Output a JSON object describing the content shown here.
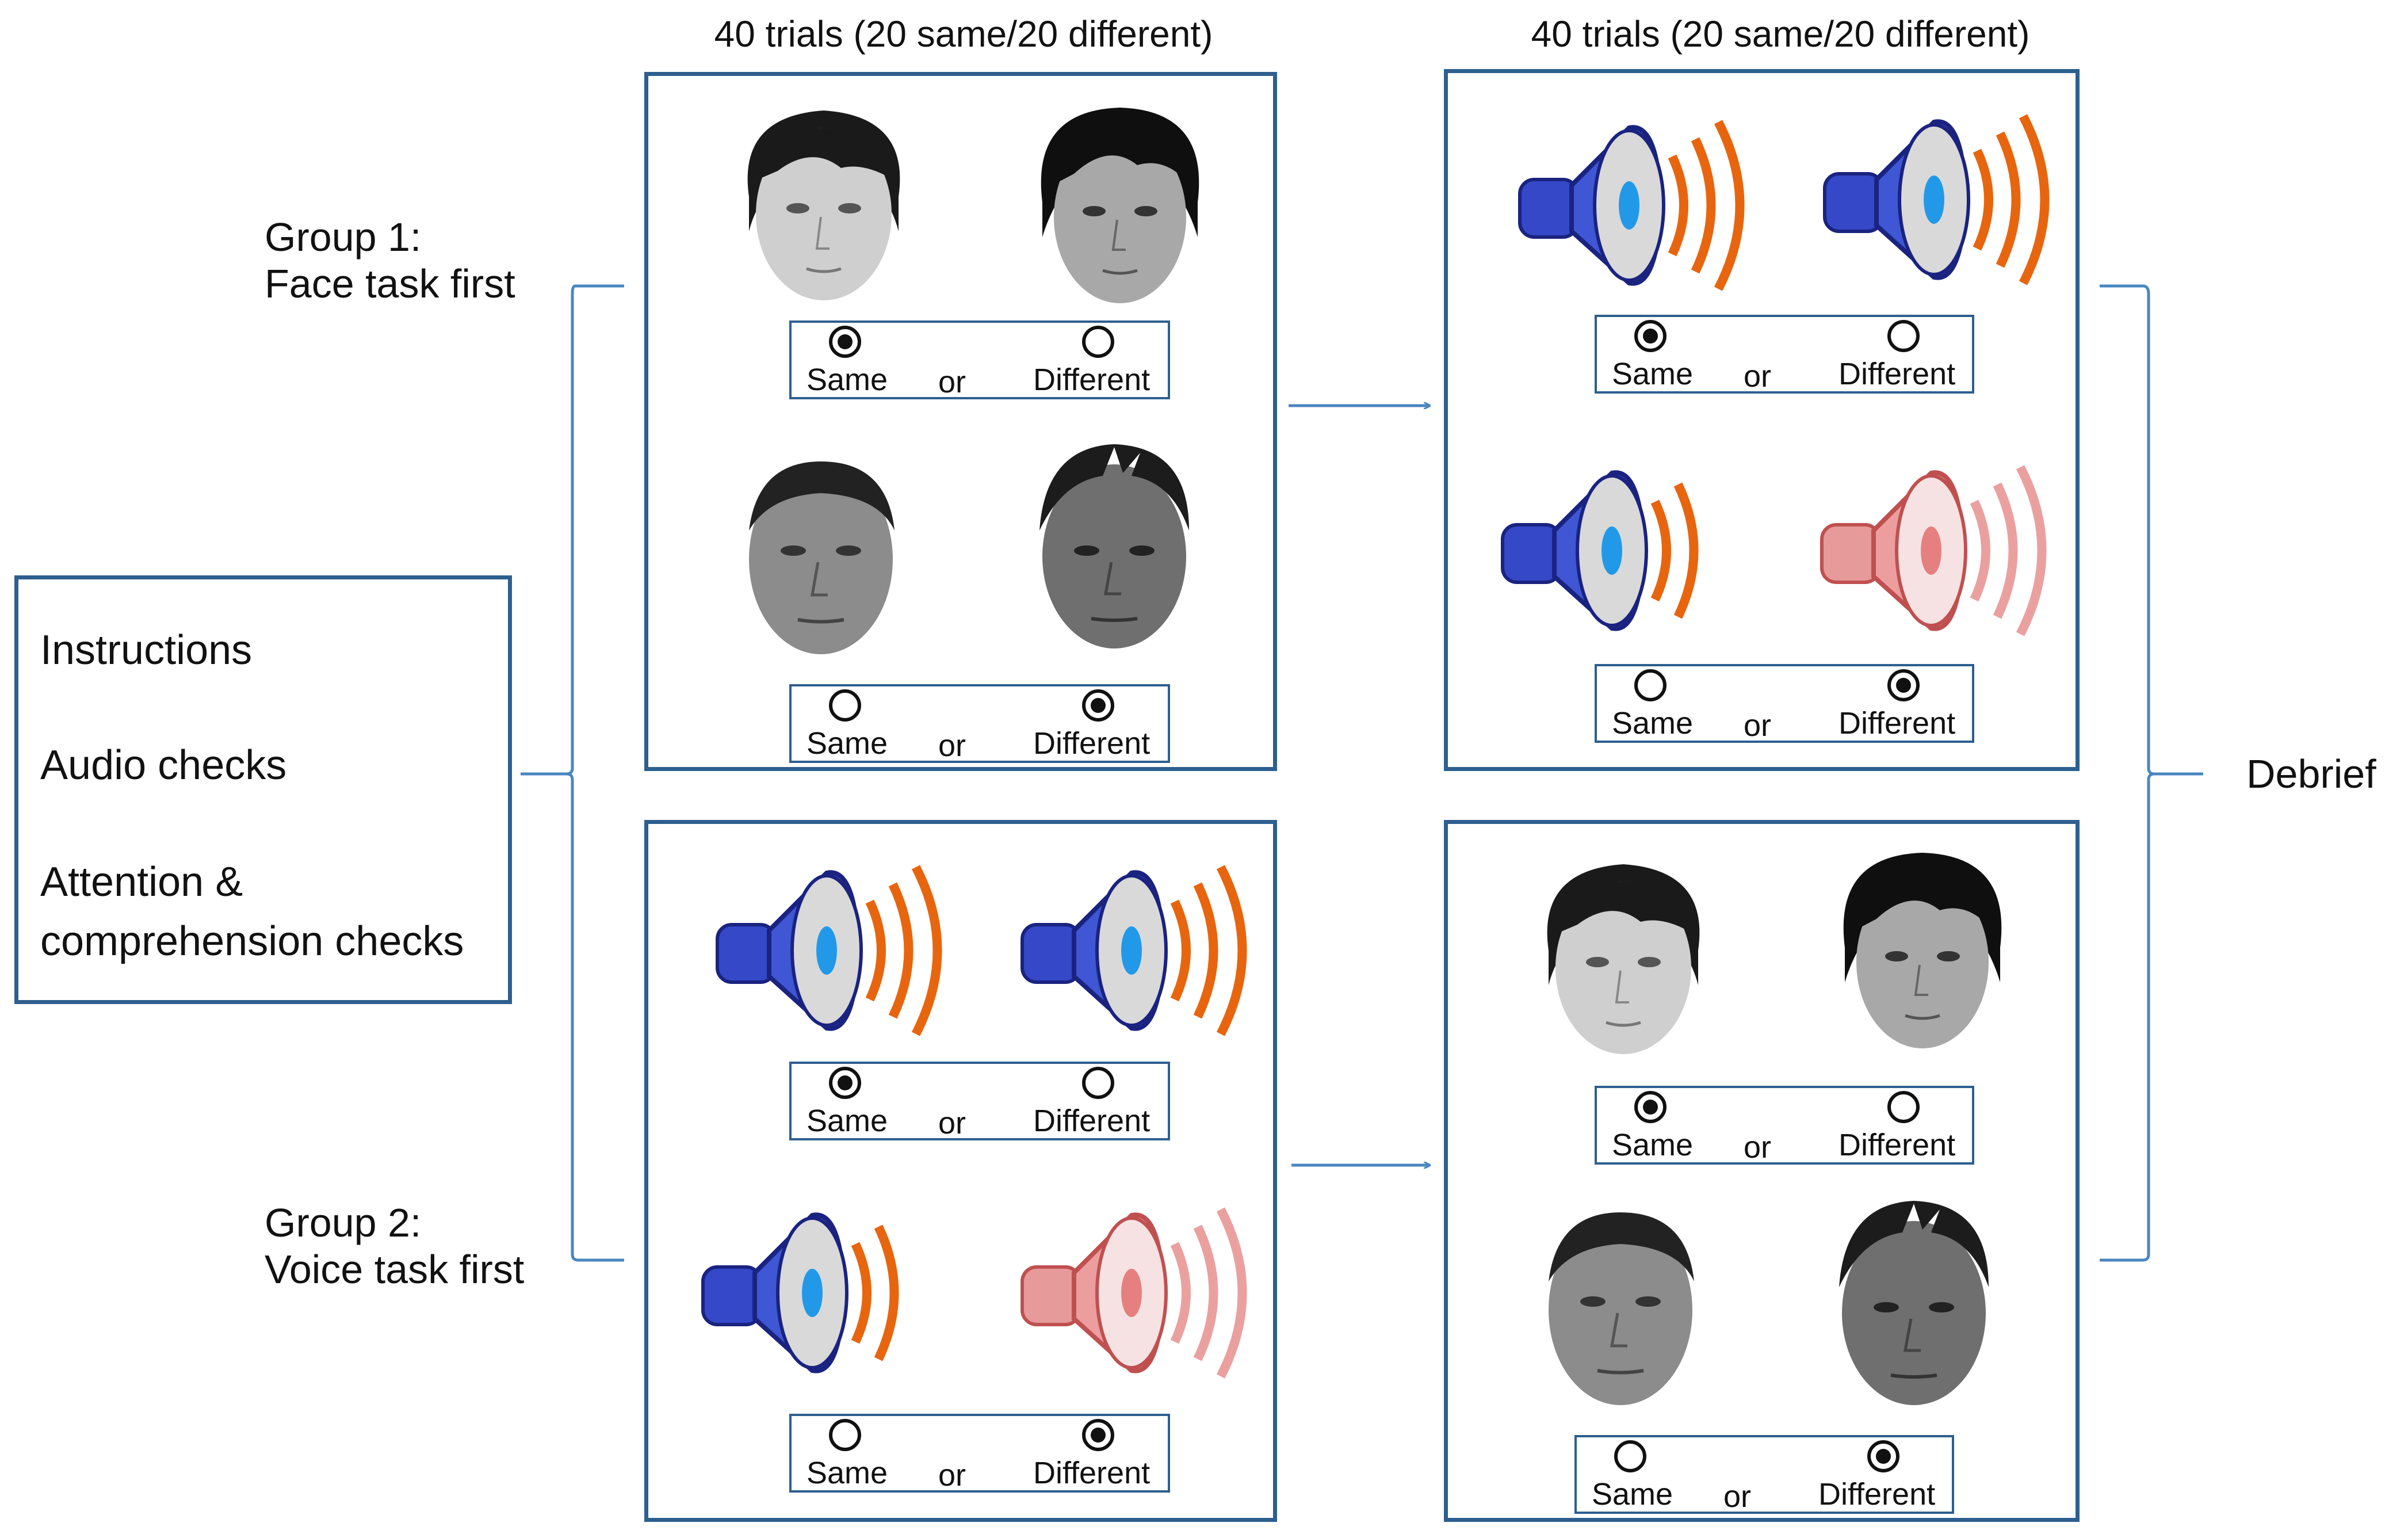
{
  "headers": {
    "left": "40 trials (20 same/20 different)",
    "right": "40 trials (20 same/20 different)"
  },
  "groups": {
    "group1": {
      "line1": "Group 1:",
      "line2": "Face task first"
    },
    "group2": {
      "line1": "Group 2:",
      "line2": "Voice task first"
    }
  },
  "left_box": {
    "items": [
      "Instructions",
      "Audio checks",
      "Attention &",
      "comprehension checks"
    ]
  },
  "debrief": "Debrief",
  "response": {
    "same": "Same",
    "or": "or",
    "different": "Different"
  },
  "panels": {
    "g1_face": {
      "stimulus": "face",
      "trials": [
        {
          "pair": [
            "female-face",
            "female-face"
          ],
          "answer": "Same"
        },
        {
          "pair": [
            "male-face",
            "male-face"
          ],
          "answer": "Different"
        }
      ]
    },
    "g1_voice": {
      "stimulus": "voice",
      "trials": [
        {
          "pair": [
            "speaker-blue",
            "speaker-blue"
          ],
          "answer": "Same"
        },
        {
          "pair": [
            "speaker-blue",
            "speaker-red"
          ],
          "answer": "Different"
        }
      ]
    },
    "g2_voice": {
      "stimulus": "voice",
      "trials": [
        {
          "pair": [
            "speaker-blue",
            "speaker-blue"
          ],
          "answer": "Same"
        },
        {
          "pair": [
            "speaker-blue",
            "speaker-red"
          ],
          "answer": "Different"
        }
      ]
    },
    "g2_face": {
      "stimulus": "face",
      "trials": [
        {
          "pair": [
            "female-face",
            "female-face"
          ],
          "answer": "Same"
        },
        {
          "pair": [
            "male-face",
            "male-face"
          ],
          "answer": "Different"
        }
      ]
    }
  },
  "colors": {
    "border": "#2d5f8f",
    "connector": "#4a86c0",
    "speaker_blue": "#2f49c4",
    "speaker_red": "#e58a8a",
    "sound_waves_orange": "#e8650f",
    "sound_waves_pink": "#eba0a0"
  }
}
